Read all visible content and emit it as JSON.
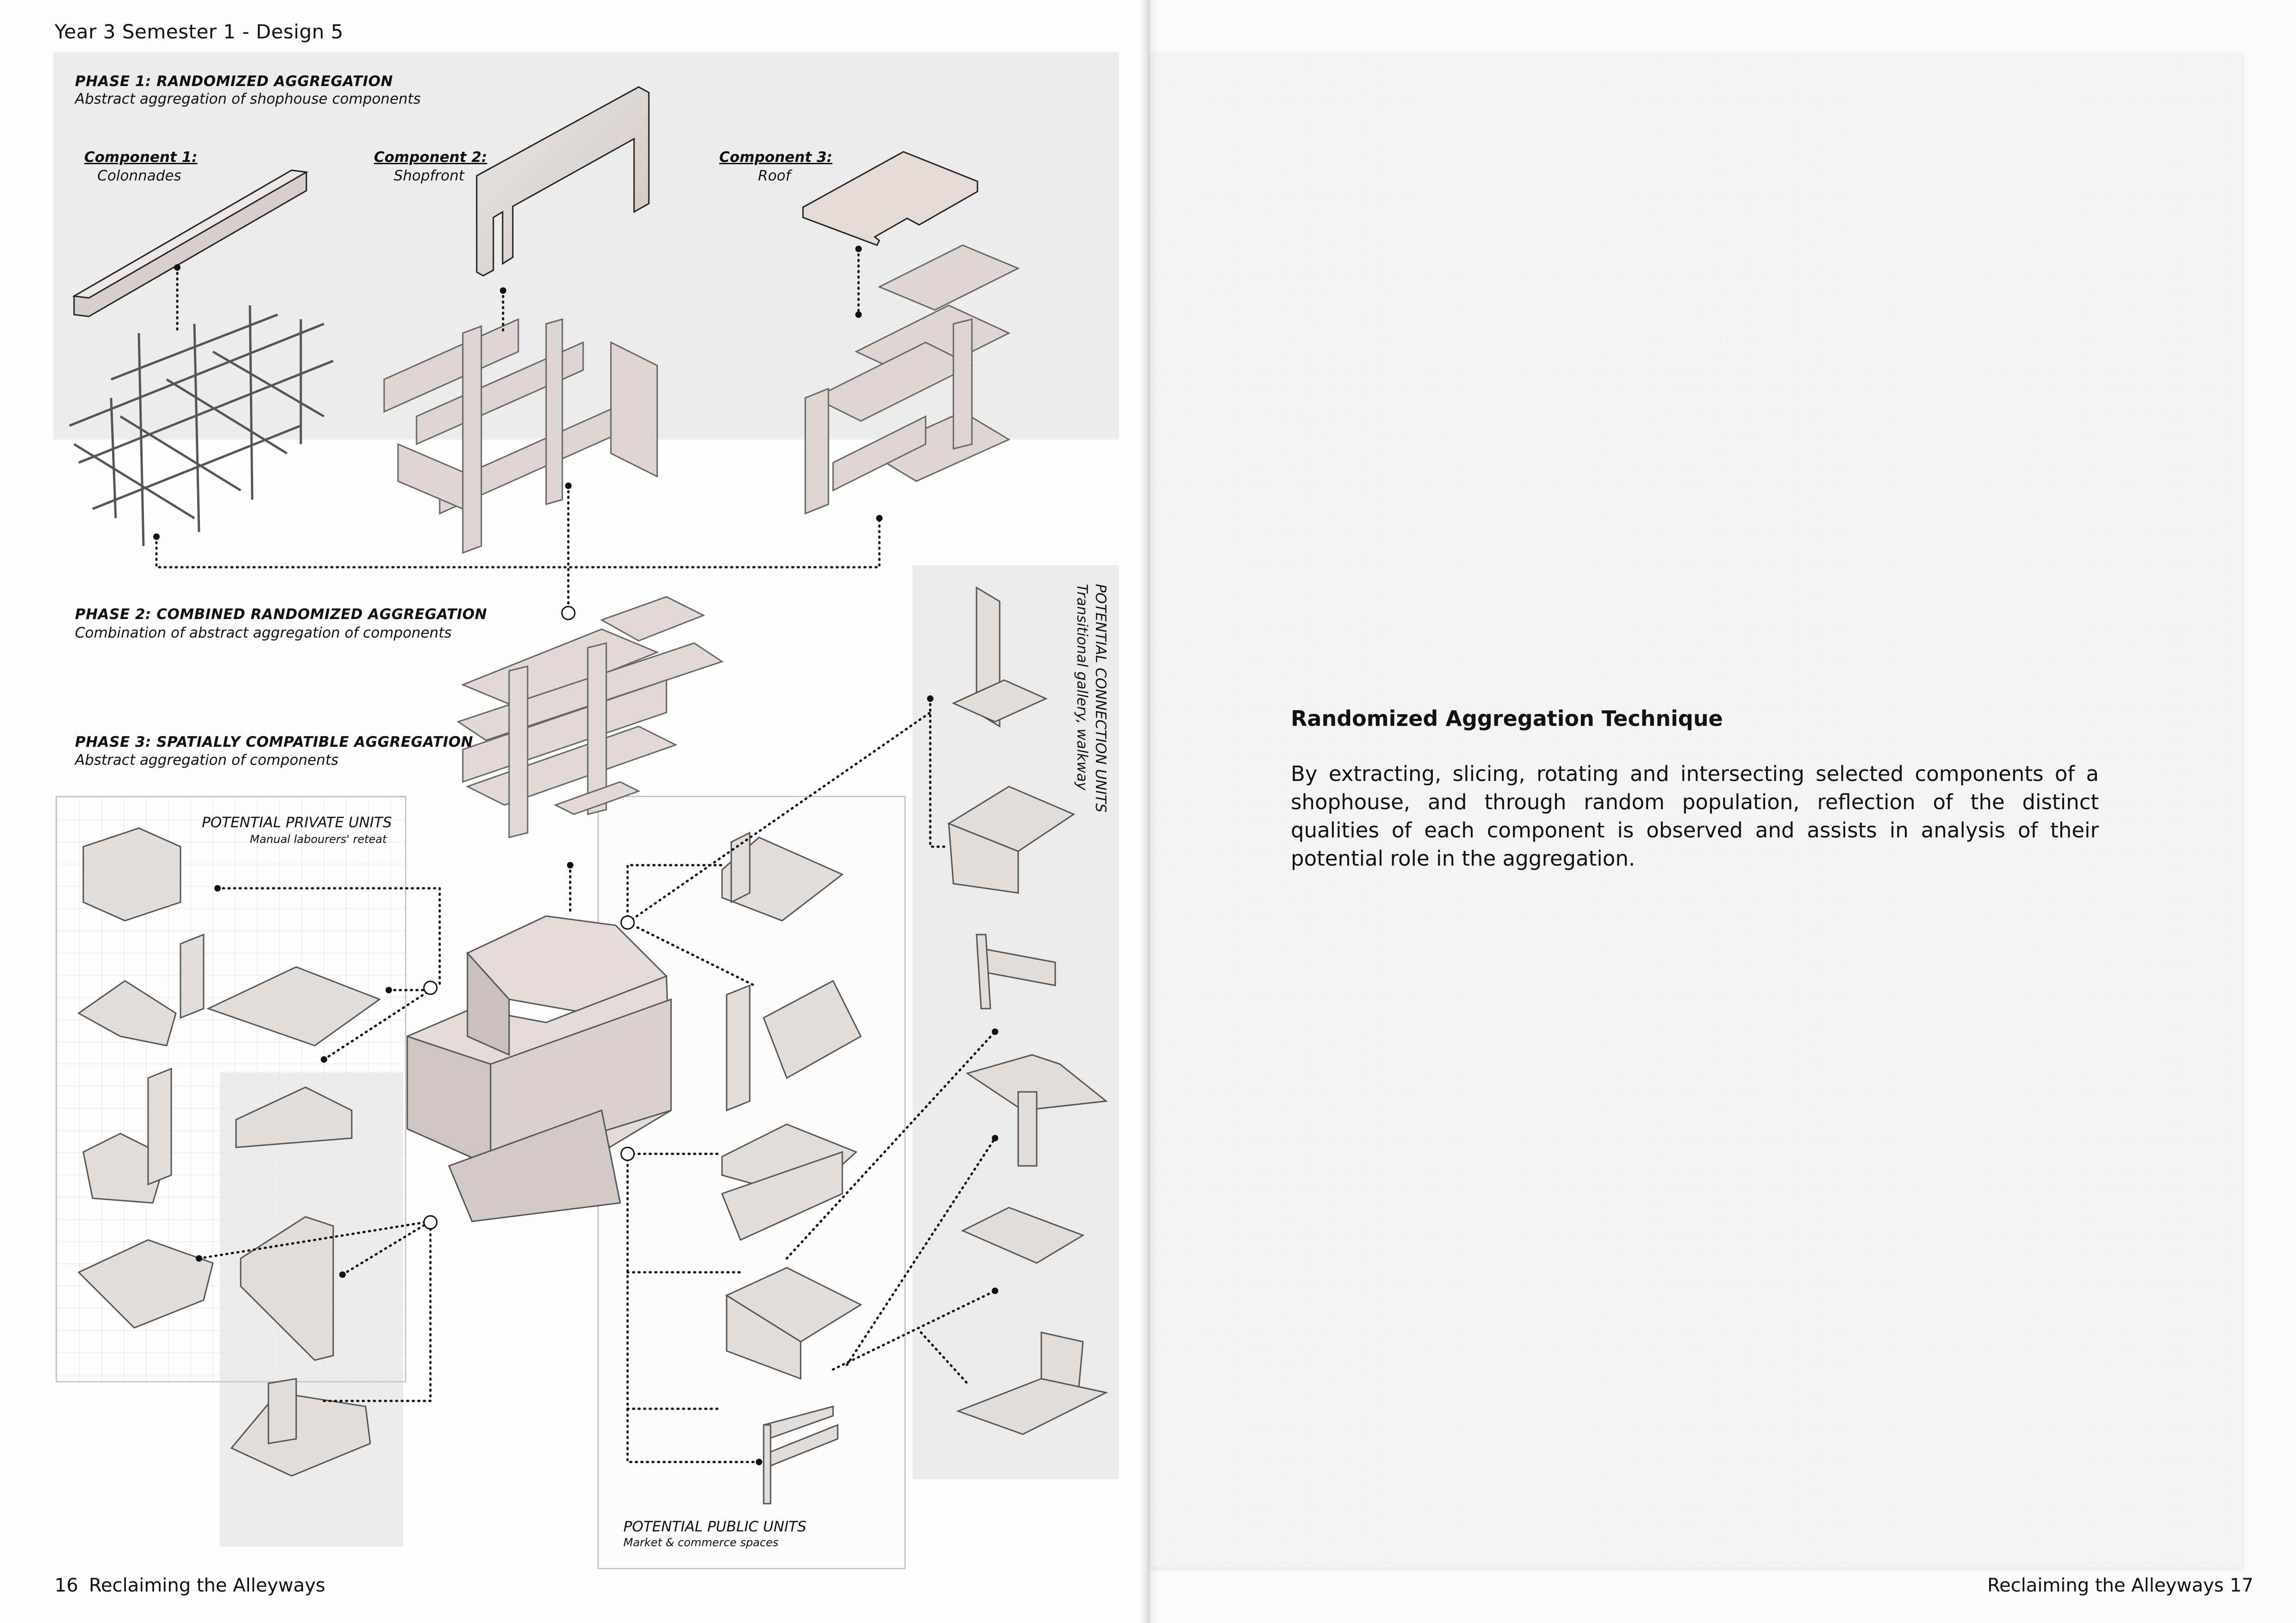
{
  "header": {
    "course": "Year 3 Semester 1 - Design 5"
  },
  "left_page": {
    "number": "16",
    "running_title": "Reclaiming the Alleyways",
    "phase1": {
      "title": "PHASE 1: RANDOMIZED AGGREGATION",
      "subtitle": "Abstract aggregation of shophouse components"
    },
    "components": [
      {
        "title": "Component 1:",
        "name": "Colonnades"
      },
      {
        "title": "Component 2:",
        "name": "Shopfront"
      },
      {
        "title": "Component 3:",
        "name": "Roof"
      }
    ],
    "phase2": {
      "title": "PHASE 2: COMBINED RANDOMIZED AGGREGATION",
      "subtitle": "Combination of abstract aggregation of components"
    },
    "phase3": {
      "title": "PHASE 3: SPATIALLY COMPATIBLE AGGREGATION",
      "subtitle": "Abstract aggregation of components"
    },
    "private_units": {
      "title": "POTENTIAL PRIVATE UNITS",
      "subtitle": "Manual labourers' reteat"
    },
    "public_units": {
      "title": "POTENTIAL PUBLIC UNITS",
      "subtitle": "Market & commerce spaces"
    },
    "connection_units": {
      "title": "POTENTIAL CONNECTION UNITS",
      "subtitle": "Transitional gallery, walkway"
    }
  },
  "right_page": {
    "number": "17",
    "running_title": "Reclaiming the Alleyways",
    "article": {
      "title": "Randomized Aggregation Technique",
      "body": "By extracting, slicing, rotating and intersecting selected components of a shophouse, and through random population, reflection of the distinct qualities of each component is observed and assists in analysis of their potential role in the aggregation."
    }
  },
  "colors": {
    "ink": "#111111",
    "model_fill": "#e4dedb",
    "model_shade": "#b9b1ad",
    "band": "#ececec"
  }
}
